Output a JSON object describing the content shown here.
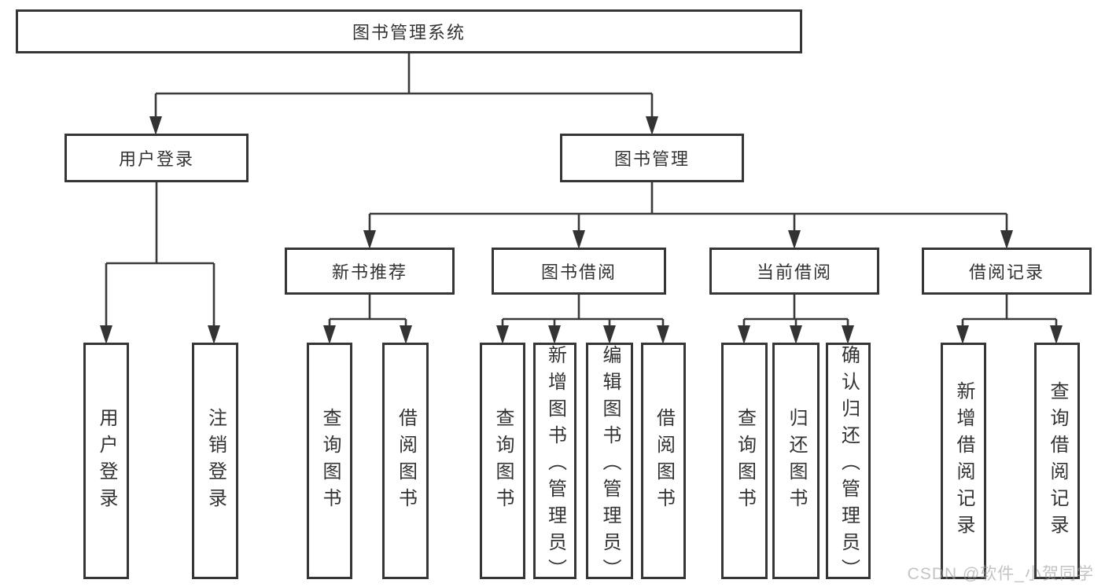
{
  "tree": {
    "label": "图书管理系统",
    "children": [
      {
        "label": "用户登录",
        "children": [
          {
            "label": "用户登录"
          },
          {
            "label": "注销登录"
          }
        ]
      },
      {
        "label": "图书管理",
        "children": [
          {
            "label": "新书推荐",
            "children": [
              {
                "label": "查询图书"
              },
              {
                "label": "借阅图书"
              }
            ]
          },
          {
            "label": "图书借阅",
            "children": [
              {
                "label": "查询图书"
              },
              {
                "label": "新增图书（管理员）"
              },
              {
                "label": "编辑图书（管理员）"
              },
              {
                "label": "借阅图书"
              }
            ]
          },
          {
            "label": "当前借阅",
            "children": [
              {
                "label": "查询图书"
              },
              {
                "label": "归还图书"
              },
              {
                "label": "确认归还（管理员）"
              }
            ]
          },
          {
            "label": "借阅记录",
            "children": [
              {
                "label": "新增借阅记录"
              },
              {
                "label": "查询借阅记录"
              }
            ]
          }
        ]
      }
    ]
  },
  "watermark": {
    "text": "CSDN @软件_小贺同学"
  },
  "colors": {
    "line": "#3a3a3a",
    "border": "#363636",
    "text": "#333333",
    "background": "#ffffff",
    "watermark": "#9e9e9e"
  }
}
